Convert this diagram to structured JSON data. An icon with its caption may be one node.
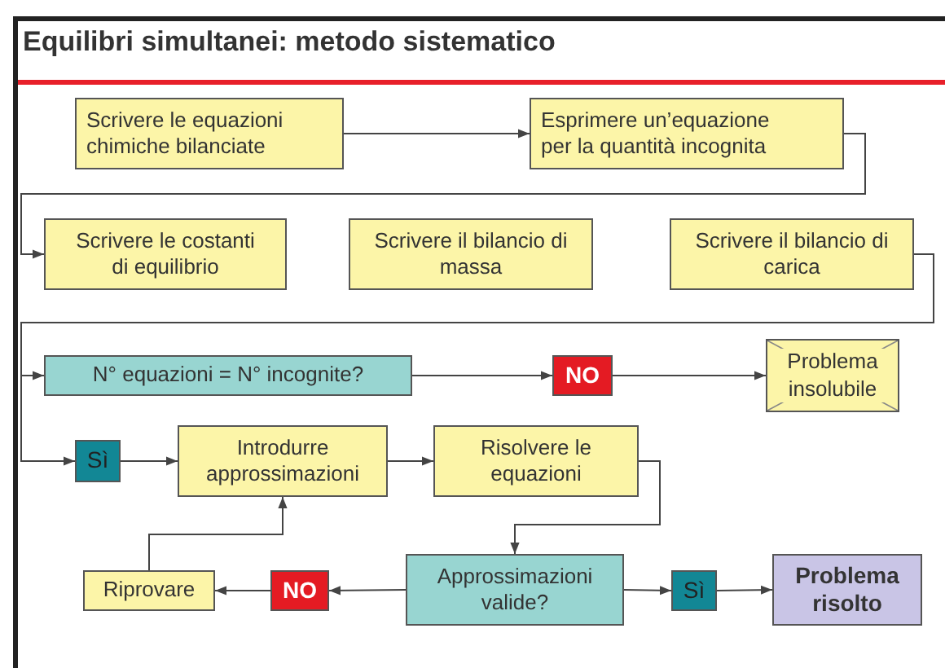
{
  "diagram": {
    "title": "Equilibri simultanei: metodo sistematico",
    "nodes": [
      {
        "text": [
          "Scrivere le equazioni chimiche bilanciate"
        ]
      },
      {
        "text": [
          "Esprimere un’equazione per la quantità incognita"
        ]
      },
      {
        "text": [
          "Scrivere le costanti di equilibrio"
        ]
      },
      {
        "text": [
          "Scrivere il bilancio di massa"
        ]
      },
      {
        "text": [
          "Scrivere il bilancio di carica"
        ]
      },
      {
        "text": [
          "N° equazioni = N° incognite?"
        ]
      },
      {
        "text": [
          "NO"
        ]
      },
      {
        "text": [
          "Problema insolubile"
        ]
      },
      {
        "text": [
          "Sì"
        ]
      },
      {
        "text": [
          "Introdurre approssimazioni"
        ]
      },
      {
        "text": [
          "Risolvere le equazioni"
        ]
      },
      {
        "text": [
          "Riprovare"
        ]
      },
      {
        "text": [
          "NO"
        ]
      },
      {
        "text": [
          "Approssimazioni valide?"
        ]
      },
      {
        "text": [
          "Sì"
        ]
      },
      {
        "text": [
          "Problema risolto"
        ]
      }
    ],
    "edges": [
      {
        "from": 0,
        "to": 1,
        "arrow": "to"
      },
      {
        "from": 1,
        "to": 2,
        "arrow": "to"
      },
      {
        "from": 4,
        "to": 5,
        "arrow": "to"
      },
      {
        "from": 4,
        "to": 8,
        "arrow": "to"
      },
      {
        "from": 5,
        "to": 6,
        "arrow": "to"
      },
      {
        "from": 6,
        "to": 7,
        "arrow": "to"
      },
      {
        "from": 8,
        "to": 9,
        "arrow": "to"
      },
      {
        "from": 9,
        "to": 10,
        "arrow": "to"
      },
      {
        "from": 10,
        "to": 13,
        "arrow": "to"
      },
      {
        "from": 13,
        "to": 12,
        "arrow": "to"
      },
      {
        "from": 12,
        "to": 11,
        "arrow": "to"
      },
      {
        "from": 11,
        "to": 9,
        "arrow": "to"
      },
      {
        "from": 13,
        "to": 14,
        "arrow": "to"
      },
      {
        "from": 14,
        "to": 15,
        "arrow": "to"
      }
    ]
  }
}
